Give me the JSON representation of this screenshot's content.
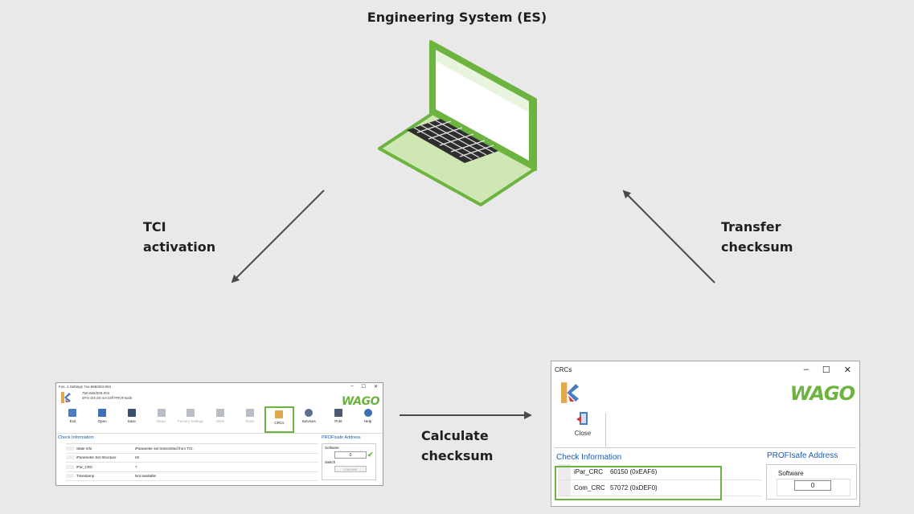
{
  "diagram": {
    "title": "Engineering System (ES)",
    "edge_tci": [
      "TCI",
      "activation"
    ],
    "edge_transfer": [
      "Transfer",
      "checksum"
    ],
    "edge_calculate": [
      "Calculate",
      "checksum"
    ],
    "accent_color": "#6cb33f"
  },
  "settings_window": {
    "title": "Fos. 1 Settings 7xx-666/003-004",
    "device_line1": "750-666/000-004",
    "device_line2": "4FAI 0/4-20 mA Diff PROFIsafe",
    "logo": "WAGO",
    "window_controls": [
      "–",
      "☐",
      "✕"
    ],
    "toolbar": [
      {
        "label": "Exit",
        "icon": "exit-icon",
        "enabled": true
      },
      {
        "label": "Open",
        "icon": "open-icon",
        "enabled": true
      },
      {
        "label": "Save",
        "icon": "save-icon",
        "enabled": true
      },
      {
        "label": "Read",
        "icon": "read-icon",
        "enabled": false
      },
      {
        "label": "Factory Settings",
        "icon": "factory-icon",
        "enabled": false
      },
      {
        "label": "Write",
        "icon": "write-icon",
        "enabled": false
      },
      {
        "label": "Store",
        "icon": "store-icon",
        "enabled": false
      },
      {
        "label": "CRCs",
        "icon": "crc-icon",
        "enabled": true,
        "highlighted": true
      },
      {
        "label": "Services",
        "icon": "services-icon",
        "enabled": true
      },
      {
        "label": "Print",
        "icon": "print-icon",
        "enabled": true
      },
      {
        "label": "Help",
        "icon": "help-icon",
        "enabled": true
      }
    ],
    "check_information": "Check Information",
    "profisafe_address": "PROFIsafe Address",
    "rows": [
      {
        "key": "State Info",
        "value": "iParameter set transmitted from TCI."
      },
      {
        "key": "iParameter Set Structure",
        "value": "03"
      },
      {
        "key": "iPar_CRC",
        "value": "?"
      },
      {
        "key": "Timestamp",
        "value": "Not available"
      }
    ],
    "software_label": "Software",
    "software_value": "0",
    "switch_label": "Switch",
    "switch_button": "CHKLINE"
  },
  "crc_window": {
    "title": "CRCs",
    "logo": "WAGO",
    "window_controls": [
      "–",
      "☐",
      "✕"
    ],
    "close_label": "Close",
    "check_information": "Check Information",
    "profisafe_address": "PROFIsafe Address",
    "rows": [
      {
        "key": "iPar_CRC",
        "value": "60150 (0xEAF6)"
      },
      {
        "key": "Com_CRC",
        "value": "57072 (0xDEF0)"
      }
    ],
    "software_label": "Software",
    "software_value": "0"
  }
}
